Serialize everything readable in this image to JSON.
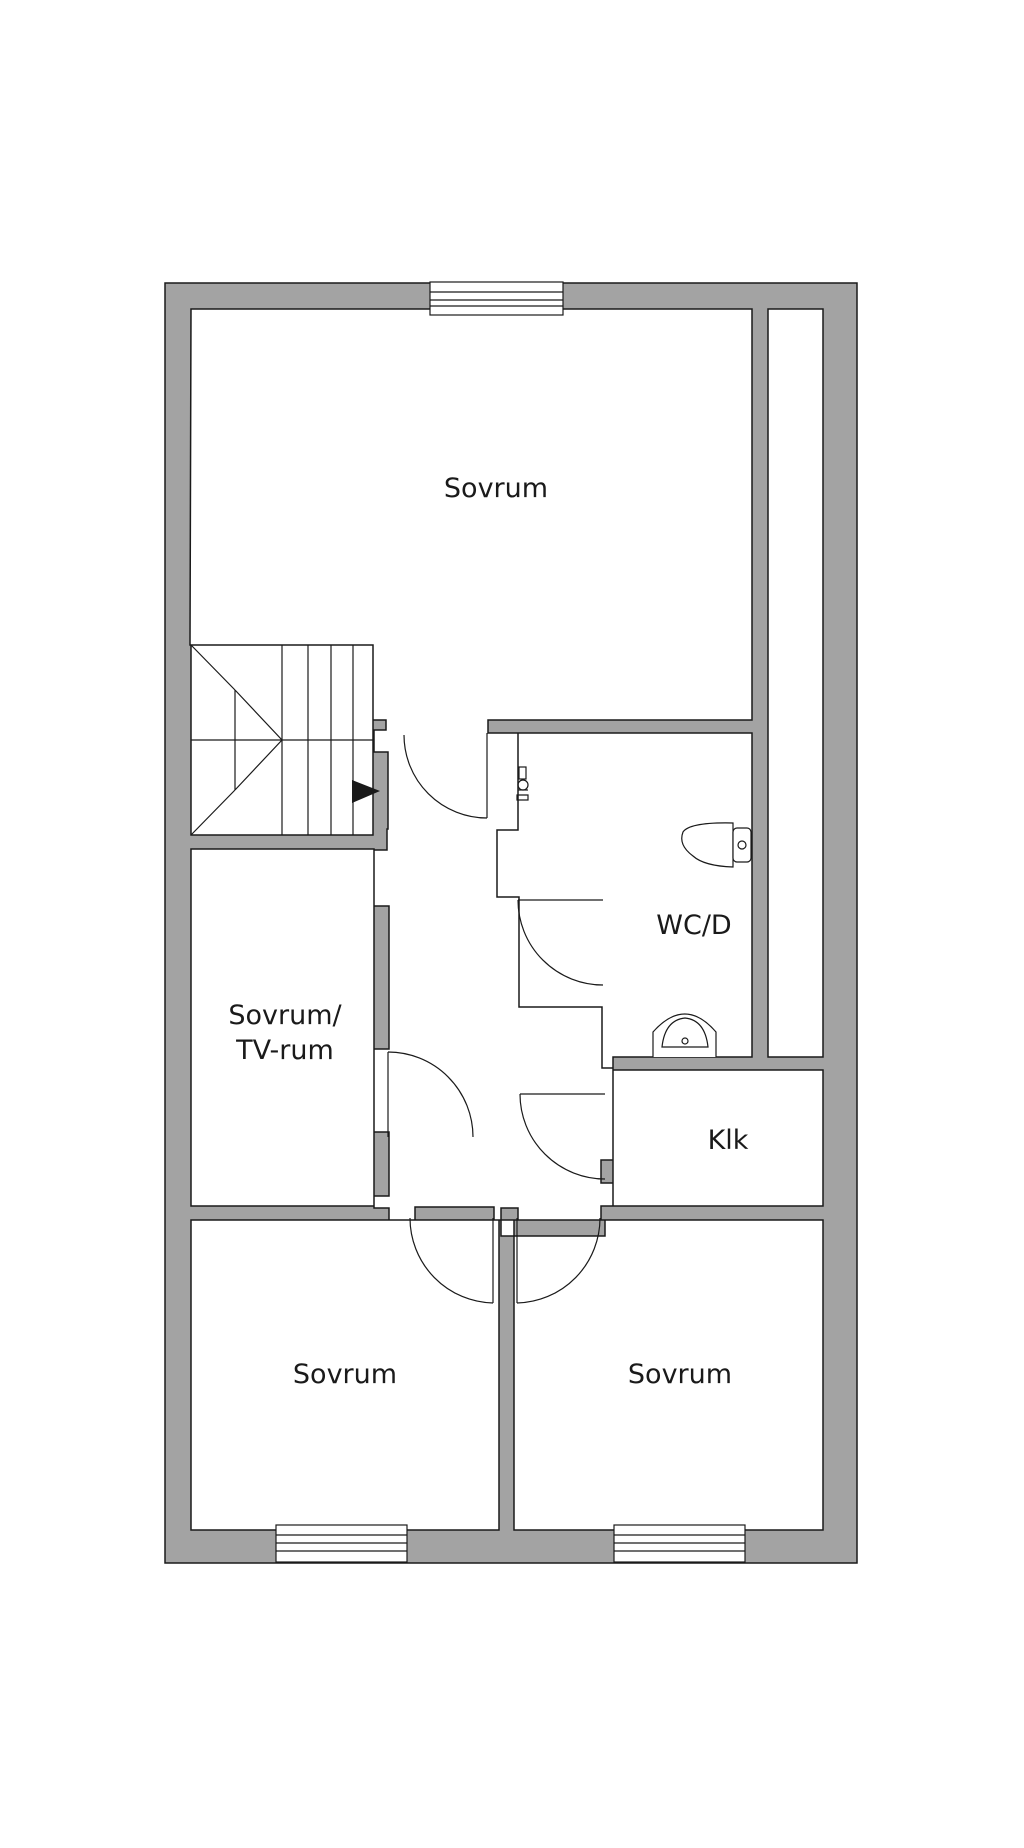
{
  "rooms": {
    "bedroom_top": "Sovrum",
    "bedroom_tv_line1": "Sovrum/",
    "bedroom_tv_line2": "TV-rum",
    "wc": "WC/D",
    "closet": "Klk",
    "bedroom_bottom_left": "Sovrum",
    "bedroom_bottom_right": "Sovrum"
  },
  "colors": {
    "wall": "#a3a3a3",
    "line": "#1a1a1a",
    "background": "#ffffff"
  }
}
